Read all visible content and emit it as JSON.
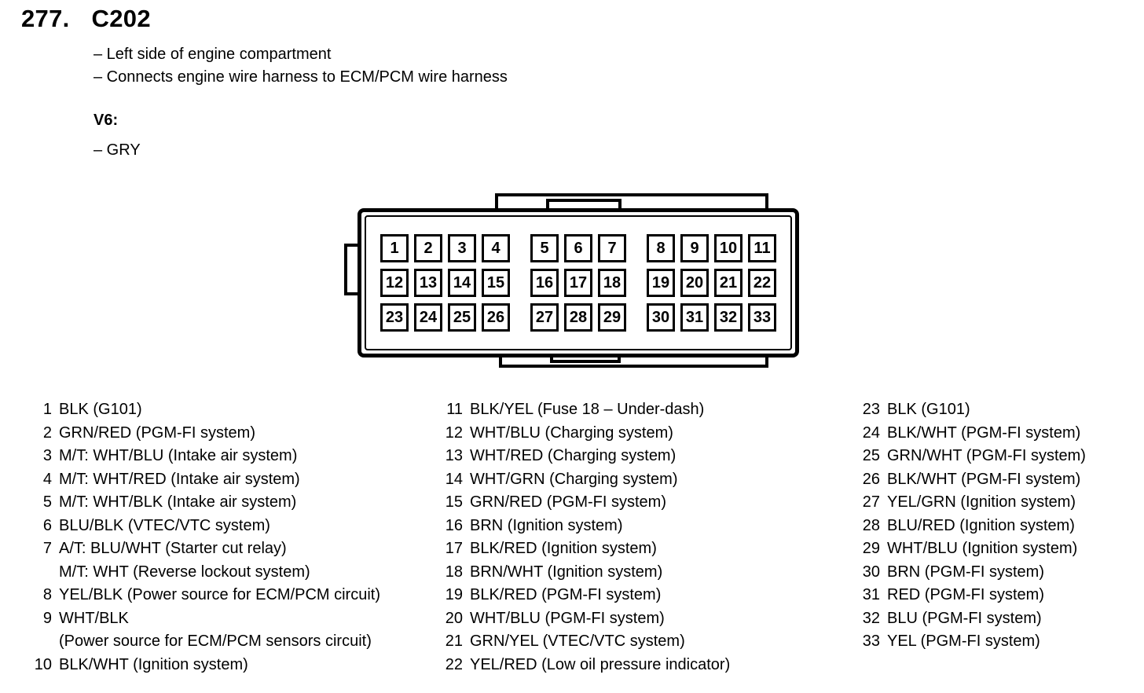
{
  "page": {
    "title_number": "277.",
    "title": "C202",
    "notes": [
      "– Left side of engine compartment",
      "– Connects engine wire harness to ECM/PCM wire harness"
    ],
    "variant_label": "V6:",
    "variant_note": "– GRY"
  },
  "connector": {
    "pins": [
      "1",
      "2",
      "3",
      "4",
      "5",
      "6",
      "7",
      "8",
      "9",
      "10",
      "11",
      "12",
      "13",
      "14",
      "15",
      "16",
      "17",
      "18",
      "19",
      "20",
      "21",
      "22",
      "23",
      "24",
      "25",
      "26",
      "27",
      "28",
      "29",
      "30",
      "31",
      "32",
      "33"
    ]
  },
  "legend": {
    "columns": [
      {
        "entries": [
          {
            "pin": "1",
            "lines": [
              "BLK (G101)"
            ]
          },
          {
            "pin": "2",
            "lines": [
              "GRN/RED (PGM-FI system)"
            ]
          },
          {
            "pin": "3",
            "lines": [
              "M/T: WHT/BLU (Intake air system)"
            ]
          },
          {
            "pin": "4",
            "lines": [
              "M/T: WHT/RED (Intake air system)"
            ]
          },
          {
            "pin": "5",
            "lines": [
              "M/T: WHT/BLK (Intake air system)"
            ]
          },
          {
            "pin": "6",
            "lines": [
              "BLU/BLK (VTEC/VTC system)"
            ]
          },
          {
            "pin": "7",
            "lines": [
              "A/T: BLU/WHT (Starter cut relay)",
              "M/T: WHT (Reverse lockout system)"
            ]
          },
          {
            "pin": "8",
            "lines": [
              "YEL/BLK (Power source for ECM/PCM circuit)"
            ]
          },
          {
            "pin": "9",
            "lines": [
              "WHT/BLK",
              "(Power source for ECM/PCM sensors circuit)"
            ]
          },
          {
            "pin": "10",
            "lines": [
              "BLK/WHT (Ignition system)"
            ]
          }
        ]
      },
      {
        "entries": [
          {
            "pin": "11",
            "lines": [
              "BLK/YEL (Fuse 18 – Under-dash)"
            ]
          },
          {
            "pin": "12",
            "lines": [
              "WHT/BLU (Charging system)"
            ]
          },
          {
            "pin": "13",
            "lines": [
              "WHT/RED (Charging system)"
            ]
          },
          {
            "pin": "14",
            "lines": [
              "WHT/GRN (Charging system)"
            ]
          },
          {
            "pin": "15",
            "lines": [
              "GRN/RED (PGM-FI system)"
            ]
          },
          {
            "pin": "16",
            "lines": [
              "BRN (Ignition system)"
            ]
          },
          {
            "pin": "17",
            "lines": [
              "BLK/RED (Ignition system)"
            ]
          },
          {
            "pin": "18",
            "lines": [
              "BRN/WHT (Ignition system)"
            ]
          },
          {
            "pin": "19",
            "lines": [
              "BLK/RED (PGM-FI system)"
            ]
          },
          {
            "pin": "20",
            "lines": [
              "WHT/BLU (PGM-FI system)"
            ]
          },
          {
            "pin": "21",
            "lines": [
              "GRN/YEL (VTEC/VTC system)"
            ]
          },
          {
            "pin": "22",
            "lines": [
              "YEL/RED (Low oil pressure indicator)"
            ]
          }
        ]
      },
      {
        "entries": [
          {
            "pin": "23",
            "lines": [
              "BLK (G101)"
            ]
          },
          {
            "pin": "24",
            "lines": [
              "BLK/WHT (PGM-FI system)"
            ]
          },
          {
            "pin": "25",
            "lines": [
              "GRN/WHT (PGM-FI system)"
            ]
          },
          {
            "pin": "26",
            "lines": [
              "BLK/WHT (PGM-FI system)"
            ]
          },
          {
            "pin": "27",
            "lines": [
              "YEL/GRN (Ignition system)"
            ]
          },
          {
            "pin": "28",
            "lines": [
              "BLU/RED (Ignition system)"
            ]
          },
          {
            "pin": "29",
            "lines": [
              "WHT/BLU (Ignition system)"
            ]
          },
          {
            "pin": "30",
            "lines": [
              "BRN (PGM-FI system)"
            ]
          },
          {
            "pin": "31",
            "lines": [
              "RED (PGM-FI system)"
            ]
          },
          {
            "pin": "32",
            "lines": [
              "BLU (PGM-FI system)"
            ]
          },
          {
            "pin": "33",
            "lines": [
              "YEL (PGM-FI system)"
            ]
          }
        ]
      }
    ]
  }
}
